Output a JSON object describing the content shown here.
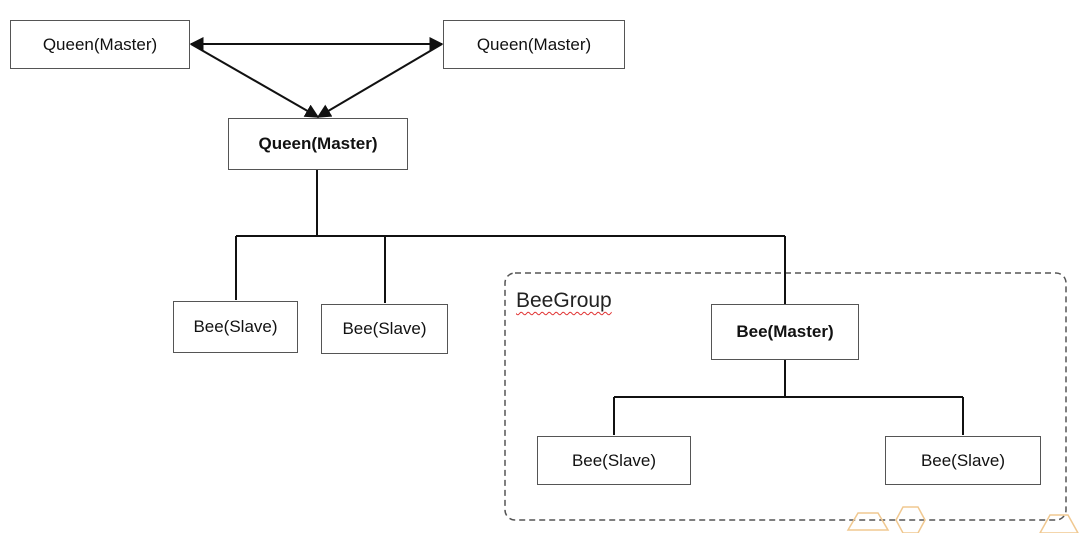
{
  "nodes": {
    "queen_master_left": "Queen(Master)",
    "queen_master_right": "Queen(Master)",
    "queen_master_center": "Queen(Master)",
    "bee_slave_1": "Bee(Slave)",
    "bee_slave_2": "Bee(Slave)",
    "bee_master": "Bee(Master)",
    "bee_slave_3": "Bee(Slave)",
    "bee_slave_4": "Bee(Slave)"
  },
  "group": {
    "label": "BeeGroup"
  },
  "colors": {
    "line": "#111111",
    "box_border": "#555555",
    "group_border": "#555555",
    "spellcheck_underline": "#e03030",
    "watermark": "#f0c890"
  }
}
